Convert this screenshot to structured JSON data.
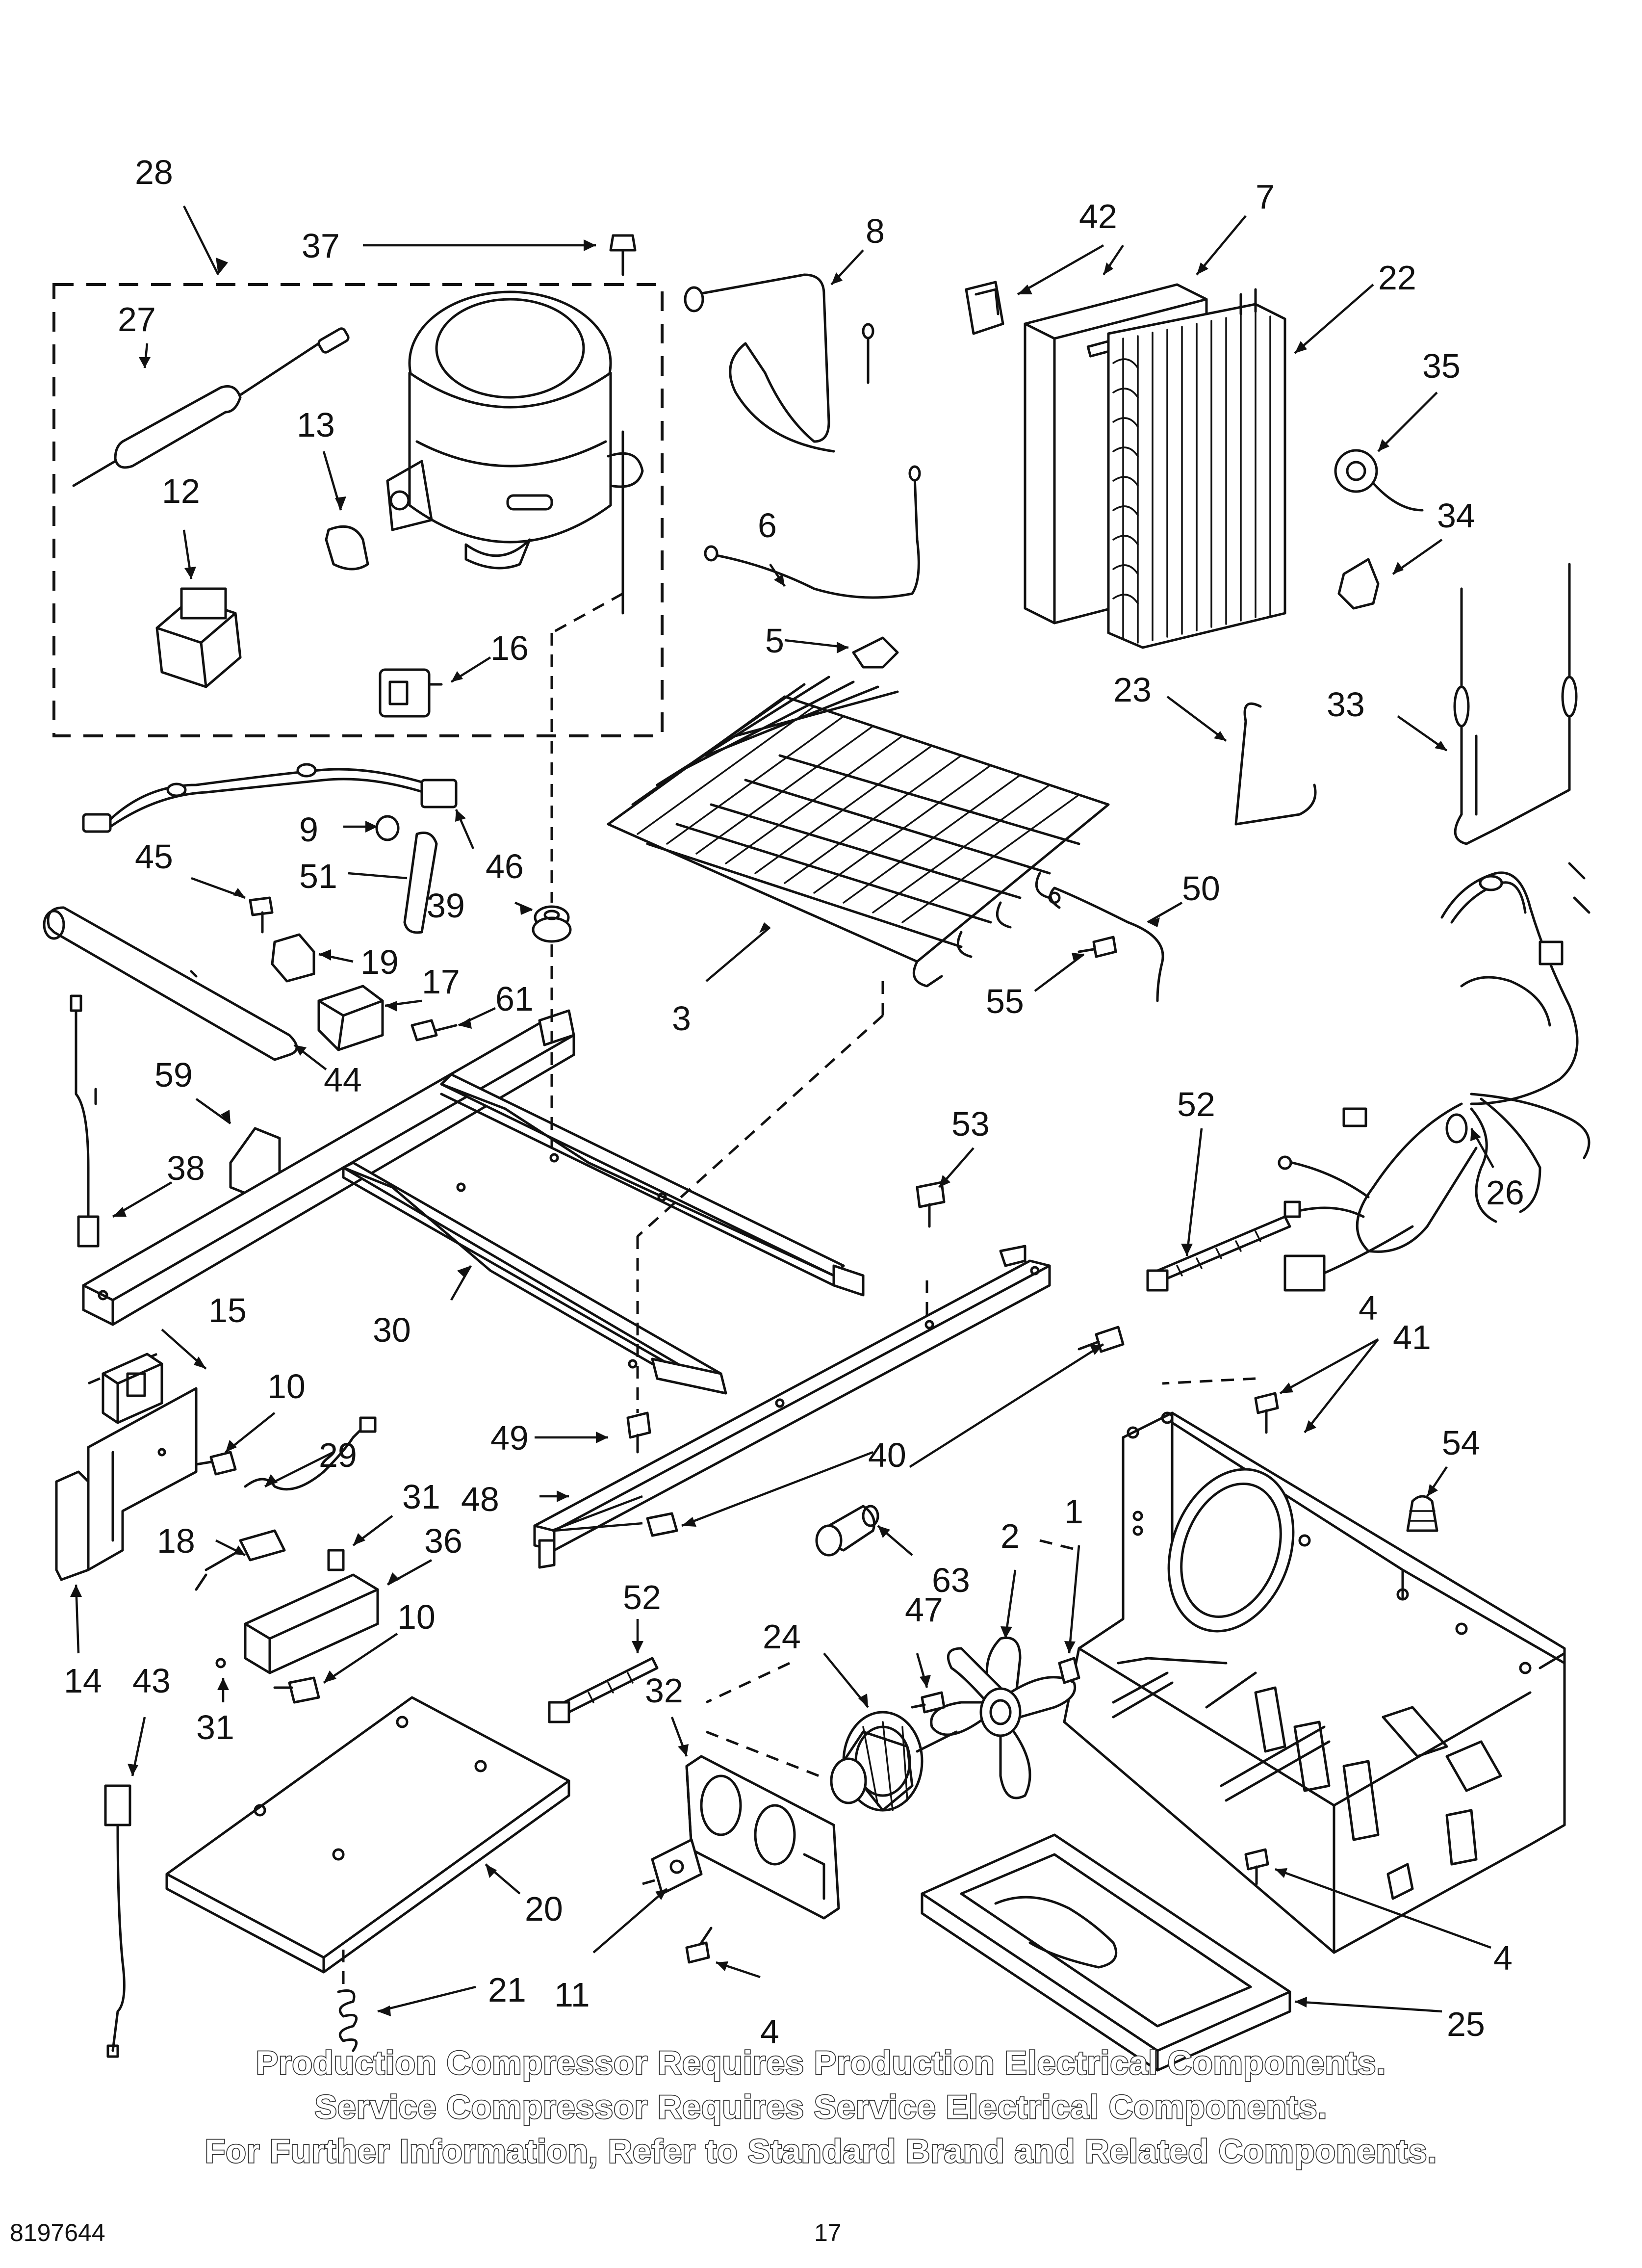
{
  "callouts": {
    "c1": "1",
    "c2": "2",
    "c3": "3",
    "c4a": "4",
    "c4b": "4",
    "c4c": "4",
    "c5": "5",
    "c6": "6",
    "c7": "7",
    "c8": "8",
    "c9": "9",
    "c10a": "10",
    "c10b": "10",
    "c11": "11",
    "c12": "12",
    "c13": "13",
    "c14": "14",
    "c15": "15",
    "c16": "16",
    "c17": "17",
    "c18": "18",
    "c19": "19",
    "c20": "20",
    "c21": "21",
    "c22": "22",
    "c23": "23",
    "c24": "24",
    "c25": "25",
    "c26": "26",
    "c27": "27",
    "c28": "28",
    "c29": "29",
    "c30": "30",
    "c31a": "31",
    "c31b": "31",
    "c32": "32",
    "c33": "33",
    "c34": "34",
    "c35": "35",
    "c36": "36",
    "c37": "37",
    "c38": "38",
    "c39": "39",
    "c40": "40",
    "c41": "41",
    "c42": "42",
    "c43": "43",
    "c44": "44",
    "c45": "45",
    "c46": "46",
    "c47": "47",
    "c48": "48",
    "c49": "49",
    "c50": "50",
    "c52a": "52",
    "c52b": "52",
    "c51": "51",
    "c53": "53",
    "c54": "54",
    "c55": "55",
    "c59": "59",
    "c61": "61",
    "c63": "63"
  },
  "notes": {
    "line1": "Production Compressor Requires Production Electrical Components.",
    "line2": "Service Compressor Requires Service Electrical Components.",
    "line3": "For Further Information, Refer to Standard Brand and Related Components."
  },
  "footer": {
    "doc_number": "8197644",
    "page_number": "17"
  }
}
